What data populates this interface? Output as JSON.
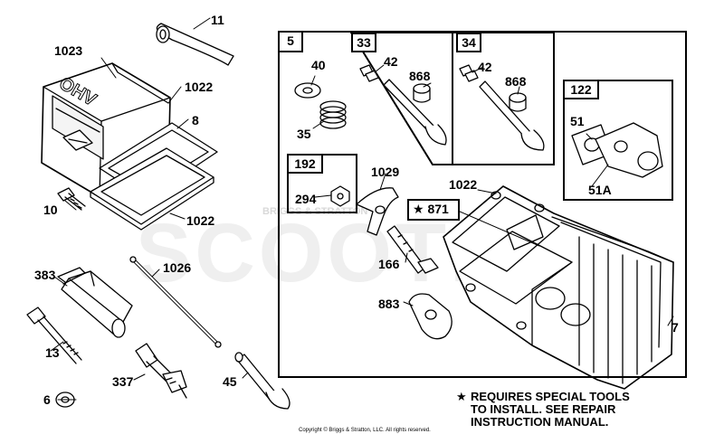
{
  "watermark": {
    "text": "SCOOTER",
    "brand": "BRIGGS & STRATTON",
    "color": "#efefef"
  },
  "cover_logo": "OHV",
  "callouts": {
    "c11": "11",
    "c1023": "1023",
    "c1022a": "1022",
    "c8": "8",
    "c10": "10",
    "c1022b": "1022",
    "c383": "383",
    "c1026": "1026",
    "c13": "13",
    "c337": "337",
    "c45": "45",
    "c6": "6",
    "c40": "40",
    "c35": "35",
    "c42a": "42",
    "c868a": "868",
    "c42b": "42",
    "c868b": "868",
    "c51": "51",
    "c51A": "51A",
    "c294": "294",
    "c1029": "1029",
    "c1022c": "1022",
    "c871": "871",
    "c166": "166",
    "c883": "883",
    "c7": "7"
  },
  "group_tags": {
    "g5": "5",
    "g33": "33",
    "g34": "34",
    "g122": "122",
    "g192": "192"
  },
  "special_marker": "★",
  "note_lines": [
    "REQUIRES SPECIAL TOOLS",
    "TO INSTALL.  SEE REPAIR",
    "INSTRUCTION MANUAL."
  ],
  "copyright": "Copyright © Briggs & Stratton, LLC. All rights reserved."
}
